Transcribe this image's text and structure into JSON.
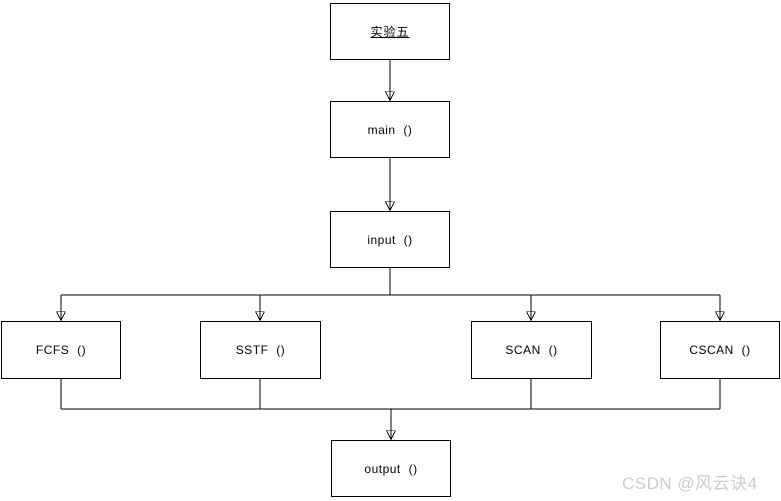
{
  "diagram": {
    "type": "flowchart",
    "nodes": [
      {
        "id": "exp5",
        "label": "实验五"
      },
      {
        "id": "main",
        "label": "main ()"
      },
      {
        "id": "input",
        "label": "input ()"
      },
      {
        "id": "fcfs",
        "label": "FCFS ()"
      },
      {
        "id": "sstf",
        "label": "SSTF ()"
      },
      {
        "id": "scan",
        "label": "SCAN ()"
      },
      {
        "id": "cscan",
        "label": "CSCAN ()"
      },
      {
        "id": "output",
        "label": "output ()"
      }
    ],
    "edges": [
      {
        "from": "exp5",
        "to": "main"
      },
      {
        "from": "main",
        "to": "input"
      },
      {
        "from": "input",
        "to": "fcfs"
      },
      {
        "from": "input",
        "to": "sstf"
      },
      {
        "from": "input",
        "to": "scan"
      },
      {
        "from": "input",
        "to": "cscan"
      },
      {
        "from": "fcfs",
        "to": "output"
      },
      {
        "from": "sstf",
        "to": "output"
      },
      {
        "from": "scan",
        "to": "output"
      },
      {
        "from": "cscan",
        "to": "output"
      }
    ]
  },
  "watermark": {
    "text": "CSDN @风云诀4",
    "color": "#cccccc"
  },
  "colors": {
    "line": "#000000",
    "box_border": "#000000",
    "box_fill": "#ffffff",
    "text": "#000000"
  }
}
